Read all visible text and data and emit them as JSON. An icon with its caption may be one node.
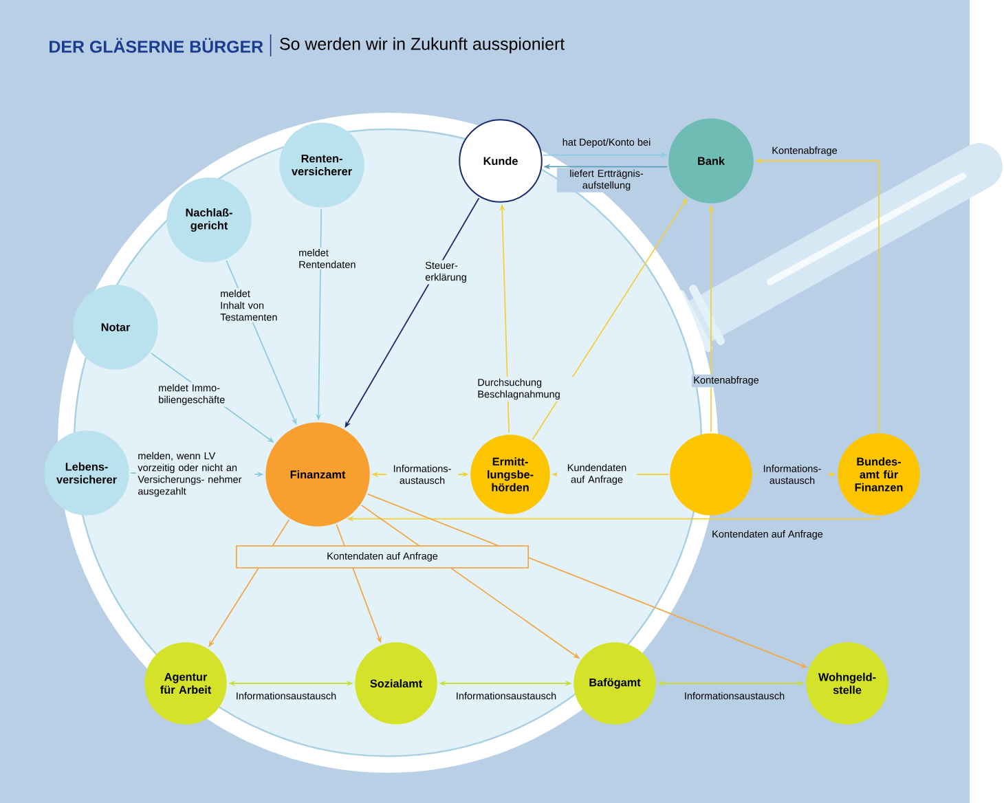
{
  "diagram": {
    "title": "DER GLÄSERNE BÜRGER",
    "nodes": [
      {
        "text": [
          "Kunde"
        ]
      },
      {
        "text": [
          "Bank"
        ]
      },
      {
        "text": [
          "Renten- versicherer"
        ]
      },
      {
        "text": [
          "Nachlaß- gericht"
        ]
      },
      {
        "text": [
          "Notar"
        ]
      },
      {
        "text": [
          "Lebens- versicherer"
        ]
      },
      {
        "text": [
          "Finanzamt"
        ]
      },
      {
        "text": [
          "Ermitt- lungsbe- hörden"
        ]
      },
      {
        "text": [],
        "shape": "circle"
      },
      {
        "text": [
          "Bundes- amt für Finanzen"
        ]
      },
      {
        "text": [
          "Agentur für Arbeit"
        ]
      },
      {
        "text": [
          "Sozialamt"
        ]
      },
      {
        "text": [
          "Bafögamt"
        ]
      },
      {
        "text": [
          "Wohngeld- stelle"
        ]
      }
    ],
    "edges": [
      {
        "from": 0,
        "to": 1,
        "arrow": "to",
        "label": "hat Depot/Konto bei",
        "color": "#8fcbe0"
      },
      {
        "from": 1,
        "to": 0,
        "arrow": "to",
        "label": "liefert Ertträgnis- aufstellung",
        "color": "#5b9fba"
      },
      {
        "from": 0,
        "to": 6,
        "arrow": "to",
        "label": "Steuer- erklärung",
        "color": "#1b2a6b"
      },
      {
        "from": 2,
        "to": 6,
        "arrow": "to",
        "label": "meldet Rentendaten",
        "color": "#8fcbe0"
      },
      {
        "from": 3,
        "to": 6,
        "arrow": "to",
        "label": "meldet Inhalt von Testamenten",
        "color": "#8fcbe0"
      },
      {
        "from": 4,
        "to": 6,
        "arrow": "to",
        "label": "meldet Immo- biliengeschäfte",
        "color": "#8fcbe0"
      },
      {
        "from": 5,
        "to": 6,
        "arrow": "to",
        "label": "melden, wenn LV vorzeitig oder nicht an Versicherungs- nehmer ausgezahlt",
        "color": "#8fcbe0"
      },
      {
        "from": 6,
        "to": 7,
        "arrow": "both",
        "label": "Informations- austausch"
      },
      {
        "from": 7,
        "to": 0,
        "arrow": "to",
        "label": "Durchsuchung Beschlagnahmung"
      },
      {
        "from": 7,
        "to": 1,
        "arrow": "to"
      },
      {
        "from": 8,
        "to": 7,
        "arrow": "to",
        "label": "Kundendaten auf Anfrage"
      },
      {
        "from": 8,
        "to": 1,
        "arrow": "to",
        "label": "Kontenabfrage"
      },
      {
        "from": 8,
        "to": 9,
        "arrow": "both",
        "label": "Informations- austausch"
      },
      {
        "from": 9,
        "to": 1,
        "arrow": "to",
        "label": "Kontenabfrage"
      },
      {
        "from": 9,
        "to": 6,
        "arrow": "to",
        "label": "Kontendaten auf Anfrage"
      },
      {
        "from": 6,
        "to": 10,
        "arrow": "to",
        "color": "#f0a848"
      },
      {
        "from": 6,
        "to": 11,
        "arrow": "to",
        "label": "Kontendaten auf Anfrage",
        "color": "#f0a848"
      },
      {
        "from": 6,
        "to": 12,
        "arrow": "to",
        "color": "#f0a848"
      },
      {
        "from": 6,
        "to": 13,
        "arrow": "to",
        "color": "#f0a848"
      },
      {
        "from": 10,
        "to": 11,
        "arrow": "both",
        "label": "Informationsaustausch",
        "color": "#c9dc3a"
      },
      {
        "from": 11,
        "to": 12,
        "arrow": "both",
        "label": "Informationsaustausch",
        "color": "#c9dc3a"
      },
      {
        "from": 12,
        "to": 13,
        "arrow": "both",
        "label": "Informationsaustausch",
        "color": "#c9dc3a"
      }
    ],
    "labels": [
      "So werden wir in Zukunft ausspioniert"
    ]
  }
}
